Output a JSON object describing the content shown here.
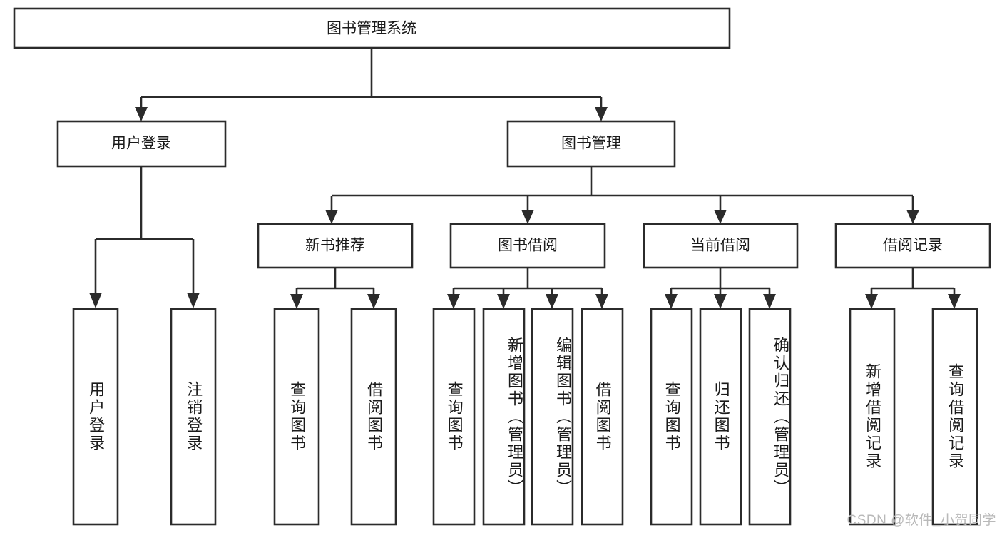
{
  "diagram": {
    "type": "tree-hierarchy",
    "title": "图书管理系统",
    "watermark": "CSDN @软件_小贺同学",
    "colors": {
      "box_stroke": "#2b2b2b",
      "box_fill": "#ffffff",
      "text": "#1a1a1a",
      "background": "#ffffff",
      "watermark": "#b9b9b9"
    },
    "root": {
      "label": "图书管理系统",
      "orientation": "horizontal"
    },
    "level2": [
      {
        "label": "用户登录",
        "orientation": "horizontal"
      },
      {
        "label": "图书管理",
        "orientation": "horizontal"
      }
    ],
    "level3": [
      {
        "label": "新书推荐",
        "orientation": "horizontal"
      },
      {
        "label": "图书借阅",
        "orientation": "horizontal"
      },
      {
        "label": "当前借阅",
        "orientation": "horizontal"
      },
      {
        "label": "借阅记录",
        "orientation": "horizontal"
      }
    ],
    "leaves": {
      "user_login": [
        {
          "label": "用户登录",
          "orientation": "vertical"
        },
        {
          "label": "注销登录",
          "orientation": "vertical"
        }
      ],
      "new_book_recommend": [
        {
          "label": "查询图书",
          "orientation": "vertical"
        },
        {
          "label": "借阅图书",
          "orientation": "vertical"
        }
      ],
      "book_borrow": [
        {
          "label": "查询图书",
          "orientation": "vertical"
        },
        {
          "label": "新增图书（管理员）",
          "orientation": "vertical"
        },
        {
          "label": "编辑图书（管理员）",
          "orientation": "vertical"
        },
        {
          "label": "借阅图书",
          "orientation": "vertical"
        }
      ],
      "current_borrow": [
        {
          "label": "查询图书",
          "orientation": "vertical"
        },
        {
          "label": "归还图书",
          "orientation": "vertical"
        },
        {
          "label": "确认归还（管理员）",
          "orientation": "vertical"
        }
      ],
      "borrow_record": [
        {
          "label": "新增借阅记录",
          "orientation": "vertical"
        },
        {
          "label": "查询借阅记录",
          "orientation": "vertical"
        }
      ]
    }
  }
}
